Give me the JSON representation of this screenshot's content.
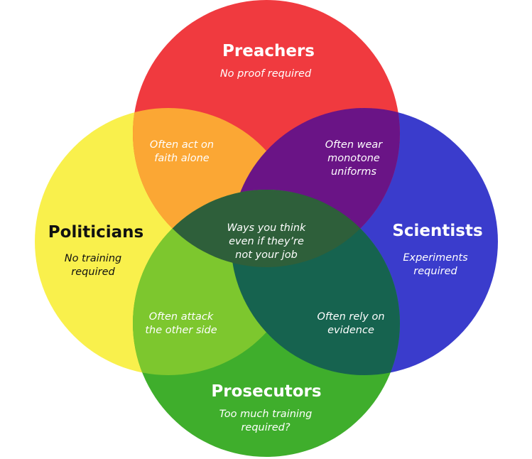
{
  "diagram": {
    "circles": [
      {
        "key": "preachers",
        "title": "Preachers",
        "subtitle": [
          "No proof required"
        ],
        "color": "#f03a3f"
      },
      {
        "key": "politicians",
        "title": "Politicians",
        "subtitle": [
          "No training",
          "required"
        ],
        "color": "#f9f04c"
      },
      {
        "key": "scientists",
        "title": "Scientists",
        "subtitle": [
          "Experiments",
          "required"
        ],
        "color": "#3a3ccc"
      },
      {
        "key": "prosecutors",
        "title": "Prosecutors",
        "subtitle": [
          "Too much training",
          "required?"
        ],
        "color": "#3fae2c"
      }
    ],
    "overlaps": {
      "preachers_politicians": [
        "Often act on",
        "faith alone"
      ],
      "preachers_scientists": [
        "Often wear",
        "monotone",
        "uniforms"
      ],
      "center": [
        "Ways you think",
        "even if they’re",
        "not your job"
      ],
      "politicians_prosecutors": [
        "Often attack",
        "the other side"
      ],
      "scientists_prosecutors": [
        "Often rely on",
        "evidence"
      ]
    },
    "colors": {
      "preachers_politicians": "#fba734",
      "preachers_scientists": "#6a1486",
      "politicians_prosecutors": "#7dc72e",
      "scientists_prosecutors": "#16634f",
      "center": "#2e5f3a"
    }
  }
}
